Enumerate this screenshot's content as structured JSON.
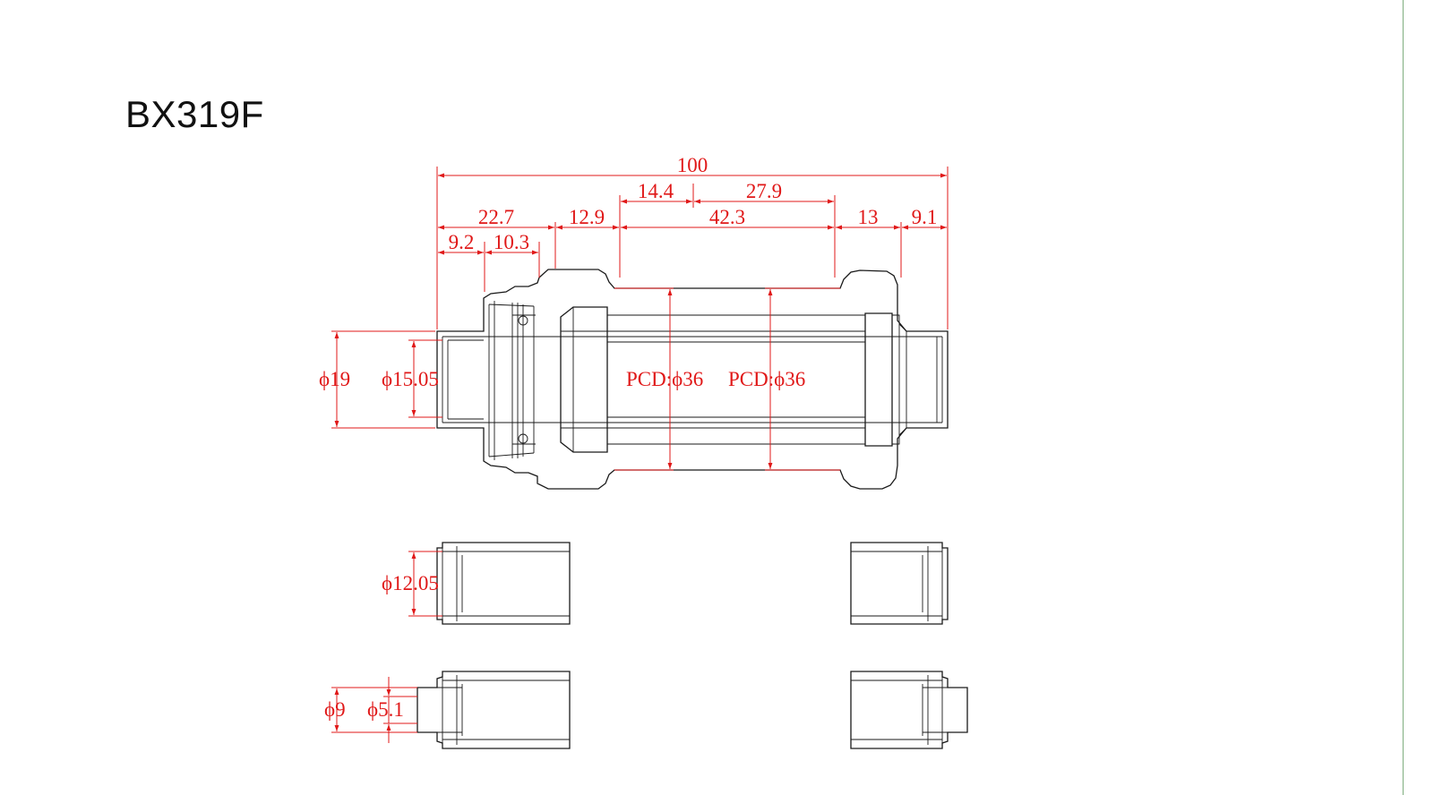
{
  "title": "BX319F",
  "colors": {
    "outline": "#1a1a1a",
    "dimension": "#e01818",
    "right_edge_line": "#7fae7f"
  },
  "dimensions": {
    "overall": "100",
    "left_offset": "22.7",
    "left_a": "9.2",
    "left_b": "10.3",
    "left_to_flange": "12.9",
    "flange_span": "42.3",
    "center_left": "14.4",
    "center_right": "27.9",
    "right_flange_gap": "13",
    "right_end": "9.1",
    "axle_od": "ϕ19",
    "axle_id": "ϕ15.05",
    "pcd_left": "PCD:ϕ36",
    "pcd_right": "PCD:ϕ36",
    "adapter_12": "ϕ12.05",
    "adapter_9": "ϕ9",
    "adapter_5": "ϕ5.1"
  }
}
